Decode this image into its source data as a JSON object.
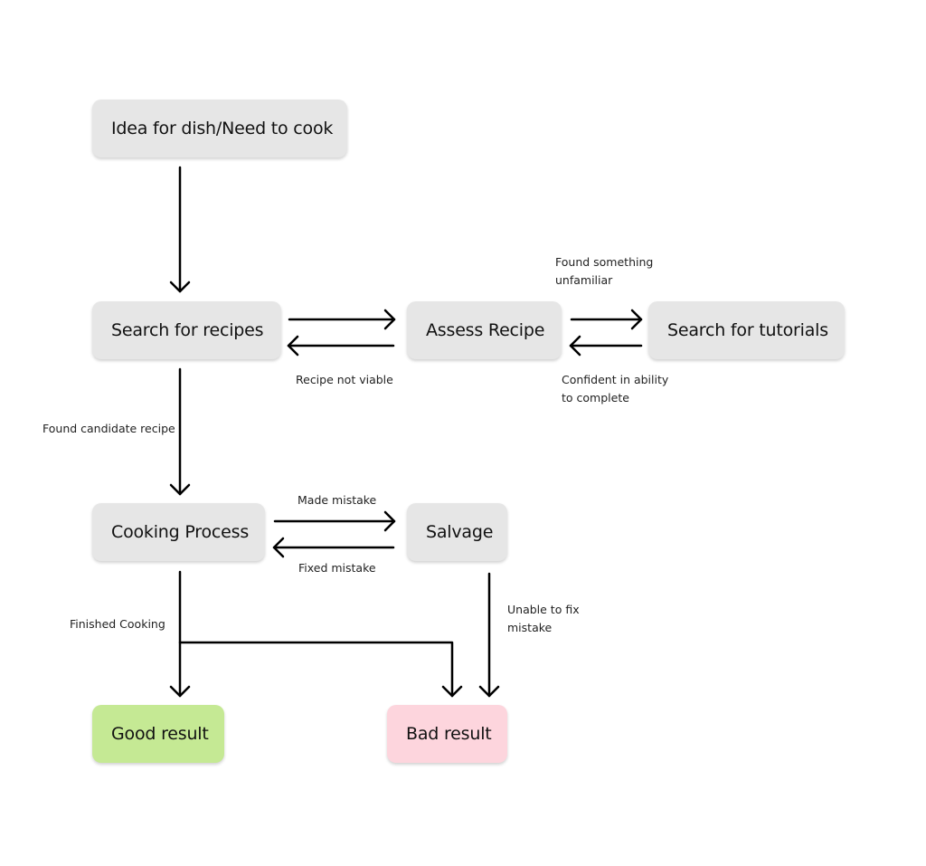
{
  "nodes": {
    "idea": "Idea for dish/Need to cook",
    "search_recipes": "Search for recipes",
    "assess_recipe": "Assess Recipe",
    "search_tutorials": "Search for tutorials",
    "cooking_process": "Cooking Process",
    "salvage": "Salvage",
    "good_result": "Good result",
    "bad_result": "Bad result"
  },
  "edge_labels": {
    "found_unfamiliar": [
      "Found something",
      "unfamiliar"
    ],
    "recipe_not_viable": "Recipe not viable",
    "confident": [
      "Confident in ability",
      "to complete"
    ],
    "found_candidate": "Found candidate recipe",
    "made_mistake": "Made mistake",
    "fixed_mistake": "Fixed mistake",
    "unable_to_fix": [
      "Unable to fix",
      "mistake"
    ],
    "finished_cooking": "Finished Cooking"
  },
  "colors": {
    "node_default": "#e6e6e6",
    "node_good": "#c5e994",
    "node_bad": "#fdd5dd",
    "edge": "#000000"
  }
}
